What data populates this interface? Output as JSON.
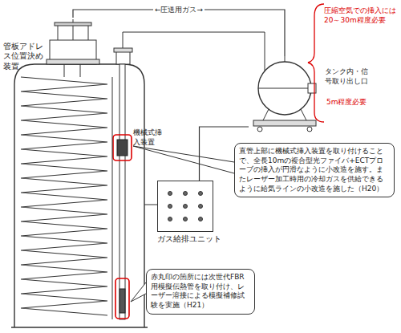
{
  "diagram": {
    "nodes": [
      {
        "text": [
          "管板アドレス位置決め装置"
        ]
      },
      {
        "text": [
          "挿入装置"
        ]
      },
      {
        "text": [
          "直管上部に機械式挿入装置を取り付けることで、全長10mの複合型光ファイバ+ECTプローブの挿入が円滑なように小改造を施す。またレーザー加工時用の冷却ガスを供給できるように給気ラインの小改造を施した（H20）"
        ]
      },
      {
        "text": [
          "ガス給排ユニット"
        ]
      },
      {
        "text": [
          "赤丸印の箇所には次世代FBR用模擬伝熱管を取り付け、レーザー溶接による模擬補修試験を実施（H21）"
        ]
      }
    ],
    "edges": [
      {
        "from": 0,
        "to": 1,
        "label": "←圧送用ガス→",
        "arrow": "none"
      },
      {
        "from": 3,
        "to": 1,
        "arrow": "none"
      }
    ],
    "labels": [
      "圧縮空気での挿入には20～30m程度必要",
      "タンク内・信号取り出し口",
      "5m程度必要",
      "機械式挿入装置"
    ]
  }
}
